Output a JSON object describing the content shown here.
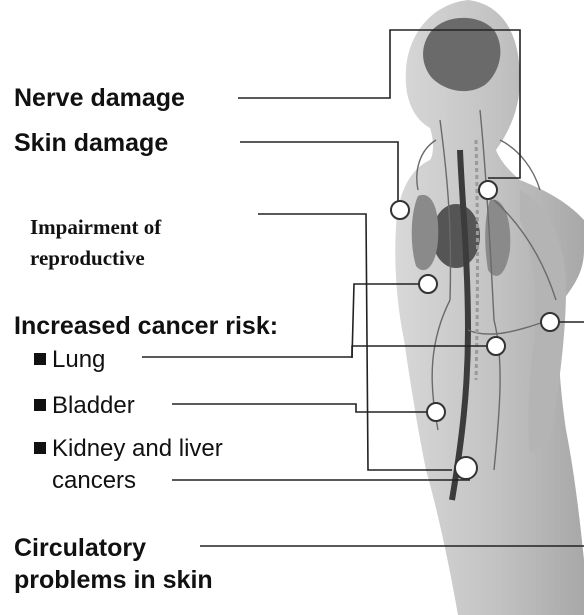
{
  "labels": {
    "nerve_damage": "Nerve damage",
    "skin_damage": "Skin damage",
    "reproductive_line1": "Impairment of",
    "reproductive_line2": "reproductive",
    "cancer_heading": "Increased cancer risk:",
    "lung": "Lung",
    "bladder": "Bladder",
    "kidney_line1": "Kidney and liver",
    "kidney_line2": "cancers",
    "circulatory_line1": "Circulatory",
    "circulatory_line2": "problems in skin"
  },
  "colors": {
    "body": "#c4c4c4",
    "body_shadow": "#a9a9a9",
    "organ": "#6a6a6a",
    "vessel": "#3c3c3c",
    "leader": "#222222"
  }
}
